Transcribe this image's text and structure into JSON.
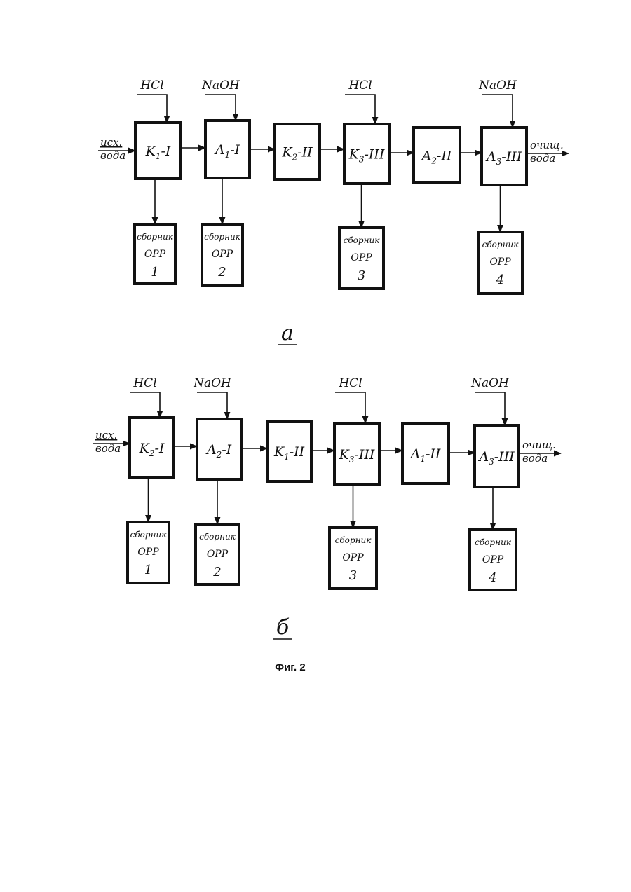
{
  "diagram_a": {
    "label": "а",
    "inlet_lines": [
      "исх.",
      "вода"
    ],
    "outlet_lines": [
      "очищ.",
      "вода"
    ],
    "reagents": [
      "HCl",
      "NaOH",
      "HCl",
      "NaOH"
    ],
    "stages": [
      {
        "base": "K",
        "sub": "1",
        "roman": "I"
      },
      {
        "base": "A",
        "sub": "1",
        "roman": "I"
      },
      {
        "base": "K",
        "sub": "2",
        "roman": "II"
      },
      {
        "base": "K",
        "sub": "3",
        "roman": "III"
      },
      {
        "base": "A",
        "sub": "2",
        "roman": "II"
      },
      {
        "base": "A",
        "sub": "3",
        "roman": "III"
      }
    ],
    "collectors": [
      {
        "title": "сборник",
        "code": "ОРР",
        "number": "1"
      },
      {
        "title": "сборник",
        "code": "ОРР",
        "number": "2"
      },
      {
        "title": "сборник",
        "code": "ОРР",
        "number": "3"
      },
      {
        "title": "сборник",
        "code": "ОРР",
        "number": "4"
      }
    ]
  },
  "diagram_b": {
    "label": "б",
    "inlet_lines": [
      "исх.",
      "вода"
    ],
    "outlet_lines": [
      "очищ.",
      "вода"
    ],
    "reagents": [
      "HCl",
      "NaOH",
      "HCl",
      "NaOH"
    ],
    "stages": [
      {
        "base": "K",
        "sub": "2",
        "roman": "I"
      },
      {
        "base": "A",
        "sub": "2",
        "roman": "I"
      },
      {
        "base": "K",
        "sub": "1",
        "roman": "II"
      },
      {
        "base": "K",
        "sub": "3",
        "roman": "III"
      },
      {
        "base": "A",
        "sub": "1",
        "roman": "II"
      },
      {
        "base": "A",
        "sub": "3",
        "roman": "III"
      }
    ],
    "collectors": [
      {
        "title": "сборник",
        "code": "ОРР",
        "number": "1"
      },
      {
        "title": "сборник",
        "code": "ОРР",
        "number": "2"
      },
      {
        "title": "сборник",
        "code": "ОРР",
        "number": "3"
      },
      {
        "title": "сборник",
        "code": "ОРР",
        "number": "4"
      }
    ]
  },
  "figure_caption": "Фиг. 2"
}
